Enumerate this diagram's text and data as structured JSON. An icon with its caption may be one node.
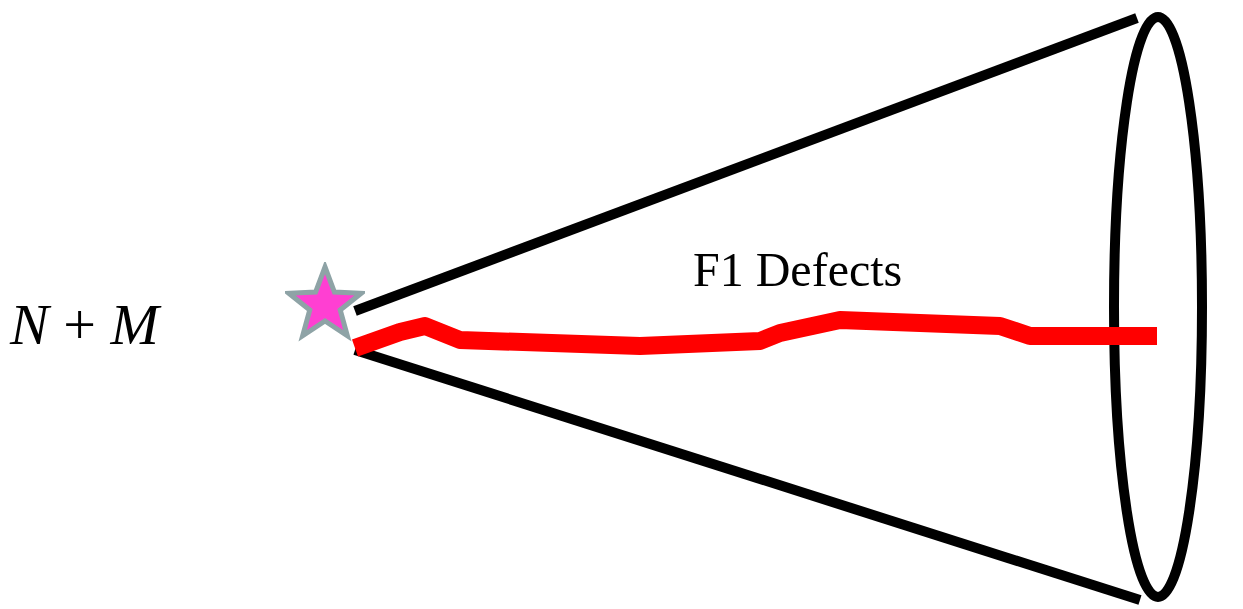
{
  "diagram": {
    "nodes": [
      {
        "text": [],
        "shape": "star",
        "beside": [
          "*N* + *M*"
        ]
      }
    ],
    "labels": [
      "F1 Defects"
    ]
  }
}
